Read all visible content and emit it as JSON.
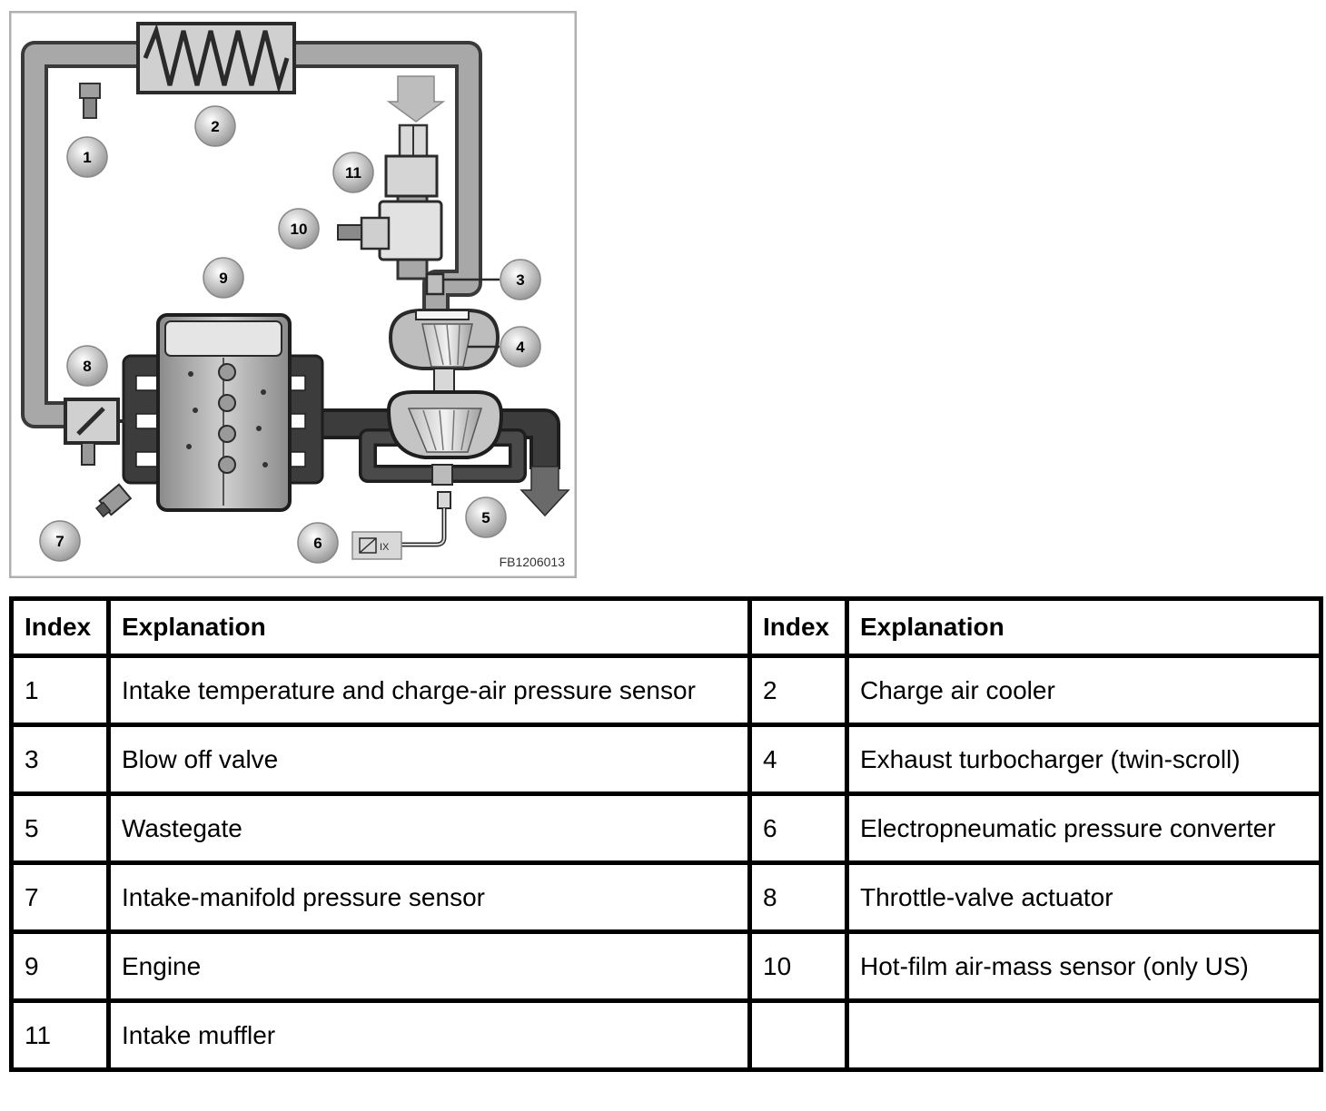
{
  "figure": {
    "code": "FB1206013",
    "callouts": [
      "1",
      "2",
      "3",
      "4",
      "5",
      "6",
      "7",
      "8",
      "9",
      "10",
      "11"
    ]
  },
  "legend": {
    "headers": [
      "Index",
      "Explanation",
      "Index",
      "Explanation"
    ],
    "rows": [
      {
        "left_index": "1",
        "left_text": "Intake temperature and charge-air pressure sensor",
        "right_index": "2",
        "right_text": "Charge air cooler"
      },
      {
        "left_index": "3",
        "left_text": "Blow off valve",
        "right_index": "4",
        "right_text": "Exhaust turbocharger (twin-scroll)"
      },
      {
        "left_index": "5",
        "left_text": "Wastegate",
        "right_index": "6",
        "right_text": "Electropneumatic pressure converter"
      },
      {
        "left_index": "7",
        "left_text": "Intake-manifold pressure sensor",
        "right_index": "8",
        "right_text": "Throttle-valve actuator"
      },
      {
        "left_index": "9",
        "left_text": "Engine",
        "right_index": "10",
        "right_text": "Hot-film air-mass sensor (only US)"
      },
      {
        "left_index": "11",
        "left_text": "Intake muffler",
        "right_index": "",
        "right_text": ""
      }
    ]
  },
  "colors": {
    "intake_pipe": "#a8a8a8",
    "exhaust_pipe": "#3c3c3c",
    "frame": "#b0b0b0",
    "callout_fill": "#d6d6d6"
  }
}
